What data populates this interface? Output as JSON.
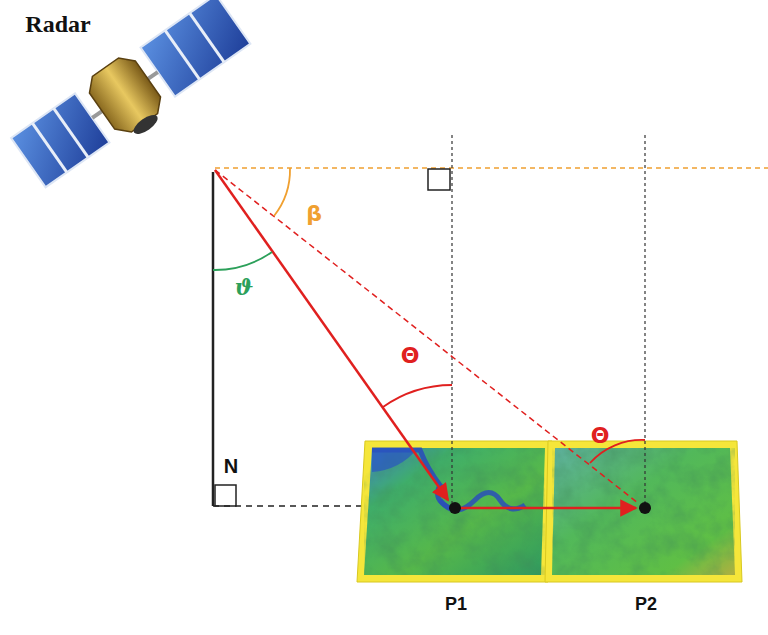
{
  "diagram": {
    "labels": [
      "Radar",
      "β",
      "ϑ",
      "Θ",
      "Θ",
      "N",
      "P1",
      "P2"
    ]
  }
}
